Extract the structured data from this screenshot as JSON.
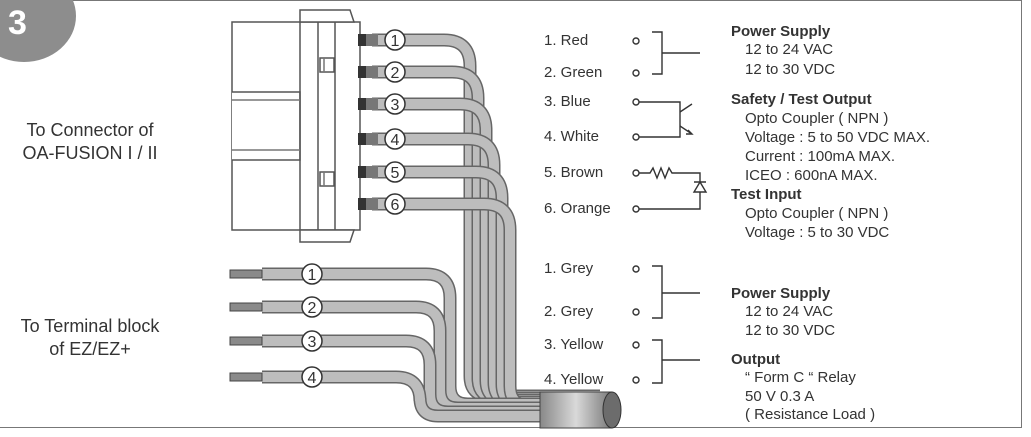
{
  "step_number": "3",
  "left_labels": {
    "connector_line1": "To Connector of",
    "connector_line2": "OA-FUSION I / II",
    "terminal_line1": "To Terminal block",
    "terminal_line2": "of EZ/EZ+"
  },
  "connector_pins": [
    "1",
    "2",
    "3",
    "4",
    "5",
    "6"
  ],
  "terminal_pins": [
    "1",
    "2",
    "3",
    "4"
  ],
  "upper_wires": [
    "1. Red",
    "2. Green",
    "3. Blue",
    "4. White",
    "5. Brown",
    "6. Orange"
  ],
  "lower_wires": [
    "1. Grey",
    "2. Grey",
    "3. Yellow",
    "4. Yellow"
  ],
  "specs": {
    "power_supply_1": {
      "title": "Power Supply",
      "lines": [
        "12 to 24 VAC",
        "12 to 30 VDC"
      ]
    },
    "safety_output": {
      "title": "Safety / Test Output",
      "lines": [
        "Opto Coupler ( NPN )",
        "Voltage : 5 to 50 VDC MAX.",
        "Current : 100mA MAX.",
        "ICEO : 600nA MAX."
      ]
    },
    "test_input": {
      "title": "Test Input",
      "lines": [
        "Opto Coupler ( NPN )",
        "Voltage : 5 to 30 VDC"
      ]
    },
    "power_supply_2": {
      "title": "Power Supply",
      "lines": [
        "12 to 24 VAC",
        "12 to 30 VDC"
      ]
    },
    "output": {
      "title": "Output",
      "lines": [
        "“ Form C “ Relay",
        "50 V 0.3 A",
        "( Resistance Load )"
      ]
    }
  },
  "colors": {
    "wire": "#9a9a9a",
    "wire_dark": "#555555",
    "badge": "#8d8d8d",
    "frame": "#777777"
  }
}
